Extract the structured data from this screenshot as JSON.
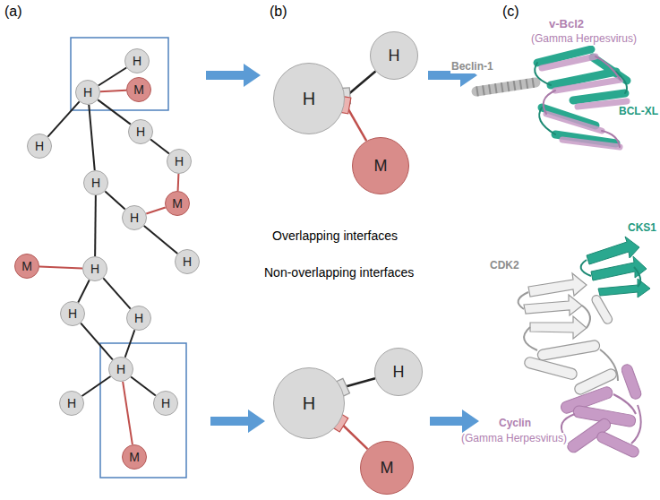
{
  "diagram": {
    "nodes": [
      {
        "text": [
          "H"
        ]
      },
      {
        "text": [
          "H"
        ]
      },
      {
        "text": [
          "M"
        ]
      },
      {
        "text": [
          "H"
        ]
      },
      {
        "text": [
          "H"
        ]
      },
      {
        "text": [
          "H"
        ]
      },
      {
        "text": [
          "M"
        ]
      },
      {
        "text": [
          "H"
        ]
      },
      {
        "text": [
          "H"
        ]
      },
      {
        "text": [
          "H"
        ]
      },
      {
        "text": [
          "H"
        ]
      },
      {
        "text": [
          "M"
        ]
      },
      {
        "text": [
          "H"
        ]
      },
      {
        "text": [
          "H"
        ]
      },
      {
        "text": [
          "H"
        ]
      },
      {
        "text": [
          "H"
        ]
      },
      {
        "text": [
          "H"
        ]
      },
      {
        "text": [
          "M"
        ]
      },
      {
        "text": [
          "H"
        ]
      },
      {
        "text": [
          "H"
        ]
      },
      {
        "text": [
          "M"
        ]
      },
      {
        "text": [
          "H"
        ]
      },
      {
        "text": [
          "H"
        ]
      },
      {
        "text": [
          "M"
        ]
      }
    ],
    "edges": [
      {
        "from": 1,
        "to": 0,
        "arrow": "none"
      },
      {
        "from": 1,
        "to": 2,
        "arrow": "none"
      },
      {
        "from": 1,
        "to": 3,
        "arrow": "none"
      },
      {
        "from": 1,
        "to": 4,
        "arrow": "none"
      },
      {
        "from": 4,
        "to": 5,
        "arrow": "none"
      },
      {
        "from": 5,
        "to": 6,
        "arrow": "none"
      },
      {
        "from": 8,
        "to": 6,
        "arrow": "none"
      },
      {
        "from": 7,
        "to": 8,
        "arrow": "none"
      },
      {
        "from": 8,
        "to": 9,
        "arrow": "none"
      },
      {
        "from": 1,
        "to": 7,
        "arrow": "none"
      },
      {
        "from": 7,
        "to": 10,
        "arrow": "none"
      },
      {
        "from": 10,
        "to": 11,
        "arrow": "none"
      },
      {
        "from": 10,
        "to": 12,
        "arrow": "none"
      },
      {
        "from": 10,
        "to": 13,
        "arrow": "none"
      },
      {
        "from": 12,
        "to": 14,
        "arrow": "none"
      },
      {
        "from": 13,
        "to": 14,
        "arrow": "none"
      },
      {
        "from": 14,
        "to": 15,
        "arrow": "none"
      },
      {
        "from": 14,
        "to": 16,
        "arrow": "none"
      },
      {
        "from": 14,
        "to": 17,
        "arrow": "none"
      },
      {
        "from": 18,
        "to": 19,
        "arrow": "none"
      },
      {
        "from": 18,
        "to": 20,
        "arrow": "none"
      },
      {
        "from": 21,
        "to": 22,
        "arrow": "none"
      },
      {
        "from": 21,
        "to": 23,
        "arrow": "none"
      }
    ],
    "labels": [
      "(a)",
      "(b)",
      "(c)",
      "Overlapping interfaces",
      "Non-overlapping interfaces",
      "v-Bcl2",
      "(Gamma Herpesvirus)",
      "Beclin-1",
      "BCL-XL",
      "CKS1",
      "CDK2",
      "Cyclin",
      "(Gamma Herpesvirus)"
    ]
  }
}
